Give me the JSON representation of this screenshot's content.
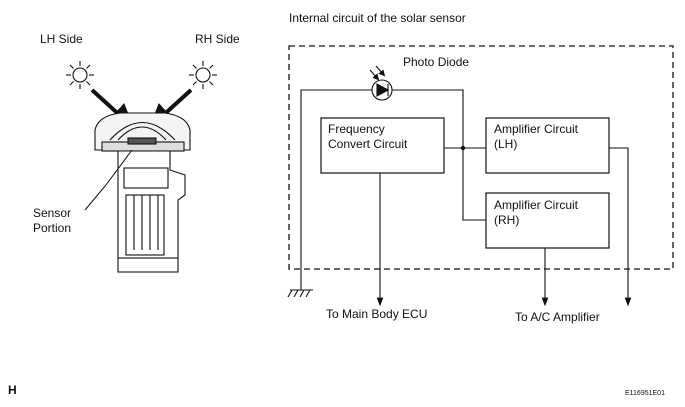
{
  "diagram": {
    "title": "Internal circuit of the solar sensor",
    "sensor_view": {
      "lh_label": "LH Side",
      "rh_label": "RH Side",
      "sensor_label_line1": "Sensor",
      "sensor_label_line2": "Portion"
    },
    "circuit": {
      "photo_diode": "Photo Diode",
      "frequency_block_line1": "Frequency",
      "frequency_block_line2": "Convert Circuit",
      "amp_lh_line1": "Amplifier Circuit",
      "amp_lh_line2": "(LH)",
      "amp_rh_line1": "Amplifier Circuit",
      "amp_rh_line2": "(RH)",
      "to_main_body": "To Main Body ECU",
      "to_ac_amp": "To A/C Amplifier"
    },
    "footer": {
      "left_code": "H",
      "right_code": "E116951E01"
    }
  }
}
